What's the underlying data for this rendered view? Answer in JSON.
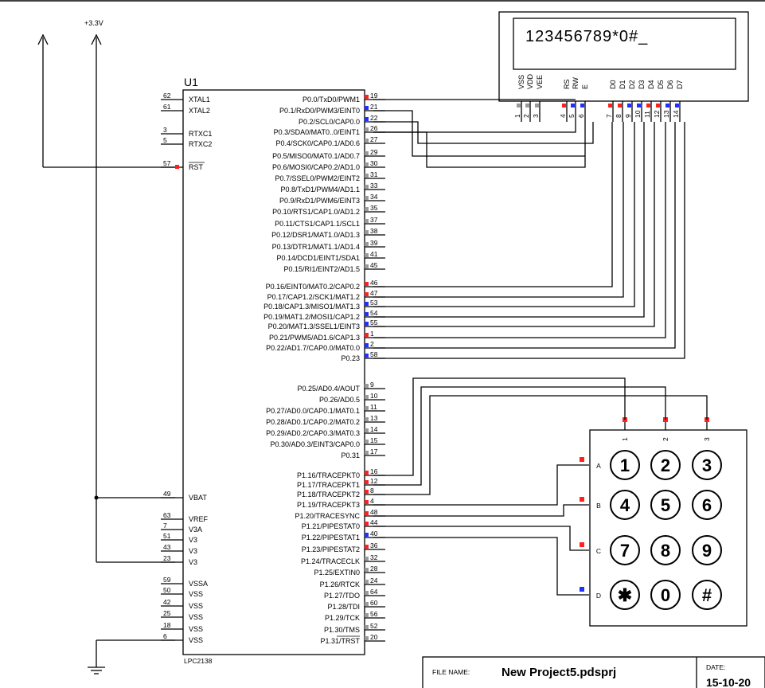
{
  "power": {
    "vcc_label": "+3.3V"
  },
  "mcu": {
    "ref": "U1",
    "part": "LPC2138",
    "left_pins": [
      {
        "num": "62",
        "name": "XTAL1"
      },
      {
        "num": "61",
        "name": "XTAL2"
      },
      {
        "num": "3",
        "name": "RTXC1"
      },
      {
        "num": "5",
        "name": "RTXC2"
      },
      {
        "num": "57",
        "name": "RST"
      },
      {
        "num": "49",
        "name": "VBAT"
      },
      {
        "num": "63",
        "name": "VREF"
      },
      {
        "num": "7",
        "name": "V3A"
      },
      {
        "num": "51",
        "name": "V3"
      },
      {
        "num": "43",
        "name": "V3"
      },
      {
        "num": "23",
        "name": "V3"
      },
      {
        "num": "59",
        "name": "VSSA"
      },
      {
        "num": "50",
        "name": "VSS"
      },
      {
        "num": "42",
        "name": "VSS"
      },
      {
        "num": "25",
        "name": "VSS"
      },
      {
        "num": "18",
        "name": "VSS"
      },
      {
        "num": "6",
        "name": "VSS"
      }
    ],
    "right_pins": [
      {
        "num": "19",
        "name": "P0.0/TxD0/PWM1",
        "state": "red"
      },
      {
        "num": "21",
        "name": "P0.1/RxD0/PWM3/EINT0",
        "state": "blue"
      },
      {
        "num": "22",
        "name": "P0.2/SCL0/CAP0.0",
        "state": "blue"
      },
      {
        "num": "26",
        "name": "P0.3/SDA0/MAT0..0/EINT1",
        "state": "grey"
      },
      {
        "num": "27",
        "name": "P0.4/SCK0/CAP0.1/AD0.6",
        "state": "grey"
      },
      {
        "num": "29",
        "name": "P0.5/MISO0/MAT0.1/AD0.7",
        "state": "grey"
      },
      {
        "num": "30",
        "name": "P0.6/MOSI0/CAP0.2/AD1.0",
        "state": "grey"
      },
      {
        "num": "31",
        "name": "P0.7/SSEL0/PWM2/EINT2",
        "state": "grey"
      },
      {
        "num": "33",
        "name": "P0.8/TxD1/PWM4/AD1.1",
        "state": "grey"
      },
      {
        "num": "34",
        "name": "P0.9/RxD1/PWM6/EINT3",
        "state": "grey"
      },
      {
        "num": "35",
        "name": "P0.10/RTS1/CAP1.0/AD1.2",
        "state": "grey"
      },
      {
        "num": "37",
        "name": "P0.11/CTS1/CAP1.1/SCL1",
        "state": "grey"
      },
      {
        "num": "38",
        "name": "P0.12/DSR1/MAT1.0/AD1.3",
        "state": "grey"
      },
      {
        "num": "39",
        "name": "P0.13/DTR1/MAT1.1/AD1.4",
        "state": "grey"
      },
      {
        "num": "41",
        "name": "P0.14/DCD1/EINT1/SDA1",
        "state": "grey"
      },
      {
        "num": "45",
        "name": "P0.15/RI1/EINT2/AD1.5",
        "state": "grey"
      },
      {
        "num": "46",
        "name": "P0.16/EINT0/MAT0.2/CAP0.2",
        "state": "red"
      },
      {
        "num": "47",
        "name": "P0.17/CAP1.2/SCK1/MAT1.2",
        "state": "red"
      },
      {
        "num": "53",
        "name": "P0.18/CAP1.3/MISO1/MAT1.3",
        "state": "blue"
      },
      {
        "num": "54",
        "name": "P0.19/MAT1.2/MOSI1/CAP1.2",
        "state": "blue"
      },
      {
        "num": "55",
        "name": "P0.20/MAT1.3/SSEL1/EINT3",
        "state": "blue"
      },
      {
        "num": "1",
        "name": "P0.21/PWM5/AD1.6/CAP1.3",
        "state": "red"
      },
      {
        "num": "2",
        "name": "P0.22/AD1.7/CAP0.0/MAT0.0",
        "state": "blue"
      },
      {
        "num": "58",
        "name": "P0.23",
        "state": "blue"
      },
      {
        "num": "9",
        "name": "P0.25/AD0.4/AOUT",
        "state": "grey"
      },
      {
        "num": "10",
        "name": "P0.26/AD0.5",
        "state": "grey"
      },
      {
        "num": "11",
        "name": "P0.27/AD0.0/CAP0.1/MAT0.1",
        "state": "grey"
      },
      {
        "num": "13",
        "name": "P0.28/AD0.1/CAP0.2/MAT0.2",
        "state": "grey"
      },
      {
        "num": "14",
        "name": "P0.29/AD0.2/CAP0.3/MAT0.3",
        "state": "grey"
      },
      {
        "num": "15",
        "name": "P0.30/AD0.3/EINT3/CAP0.0",
        "state": "grey"
      },
      {
        "num": "17",
        "name": "P0.31",
        "state": "grey"
      },
      {
        "num": "16",
        "name": "P1.16/TRACEPKT0",
        "state": "red"
      },
      {
        "num": "12",
        "name": "P1.17/TRACEPKT1",
        "state": "red"
      },
      {
        "num": "8",
        "name": "P1.18/TRACEPKT2",
        "state": "red"
      },
      {
        "num": "4",
        "name": "P1.19/TRACEPKT3",
        "state": "red"
      },
      {
        "num": "48",
        "name": "P1.20/TRACESYNC",
        "state": "red"
      },
      {
        "num": "44",
        "name": "P1.21/PIPESTAT0",
        "state": "red"
      },
      {
        "num": "40",
        "name": "P1.22/PIPESTAT1",
        "state": "blue"
      },
      {
        "num": "36",
        "name": "P1.23/PIPESTAT2",
        "state": "red"
      },
      {
        "num": "32",
        "name": "P1.24/TRACECLK",
        "state": "grey"
      },
      {
        "num": "28",
        "name": "P1.25/EXTIN0",
        "state": "grey"
      },
      {
        "num": "24",
        "name": "P1.26/RTCK",
        "state": "grey"
      },
      {
        "num": "64",
        "name": "P1.27/TDO",
        "state": "grey"
      },
      {
        "num": "60",
        "name": "P1.28/TDI",
        "state": "grey"
      },
      {
        "num": "56",
        "name": "P1.29/TCK",
        "state": "grey"
      },
      {
        "num": "52",
        "name": "P1.30/TMS",
        "state": "grey"
      },
      {
        "num": "20",
        "name": "P1.31/TRST",
        "state": "grey"
      }
    ]
  },
  "lcd": {
    "display_text": "123456789*0#_",
    "pin_labels": [
      "VSS",
      "VDD",
      "VEE",
      "RS",
      "RW",
      "E",
      "D0",
      "D1",
      "D2",
      "D3",
      "D4",
      "D5",
      "D6",
      "D7"
    ],
    "pin_numbers": [
      "1",
      "2",
      "3",
      "4",
      "5",
      "6",
      "7",
      "8",
      "9",
      "10",
      "11",
      "12",
      "13",
      "14"
    ],
    "pin_states": [
      "grey",
      "grey",
      "grey",
      "red",
      "blue",
      "blue",
      "red",
      "red",
      "blue",
      "blue",
      "red",
      "red",
      "blue",
      "blue"
    ]
  },
  "keypad": {
    "col_labels": [
      "1",
      "2",
      "3"
    ],
    "row_labels": [
      "A",
      "B",
      "C",
      "D"
    ],
    "row_states": [
      "red",
      "red",
      "red",
      "blue"
    ],
    "keys": [
      [
        "1",
        "2",
        "3"
      ],
      [
        "4",
        "5",
        "6"
      ],
      [
        "7",
        "8",
        "9"
      ],
      [
        "✱",
        "0",
        "#"
      ]
    ]
  },
  "title_block": {
    "file_label": "FILE NAME:",
    "file_name": "New Project5.pdsprj",
    "date_label": "DATE:",
    "date_value": "15-10-20"
  },
  "colors": {
    "pin_red": "#ff2020",
    "pin_blue": "#2030ff",
    "pin_grey": "#9a9a9a"
  }
}
